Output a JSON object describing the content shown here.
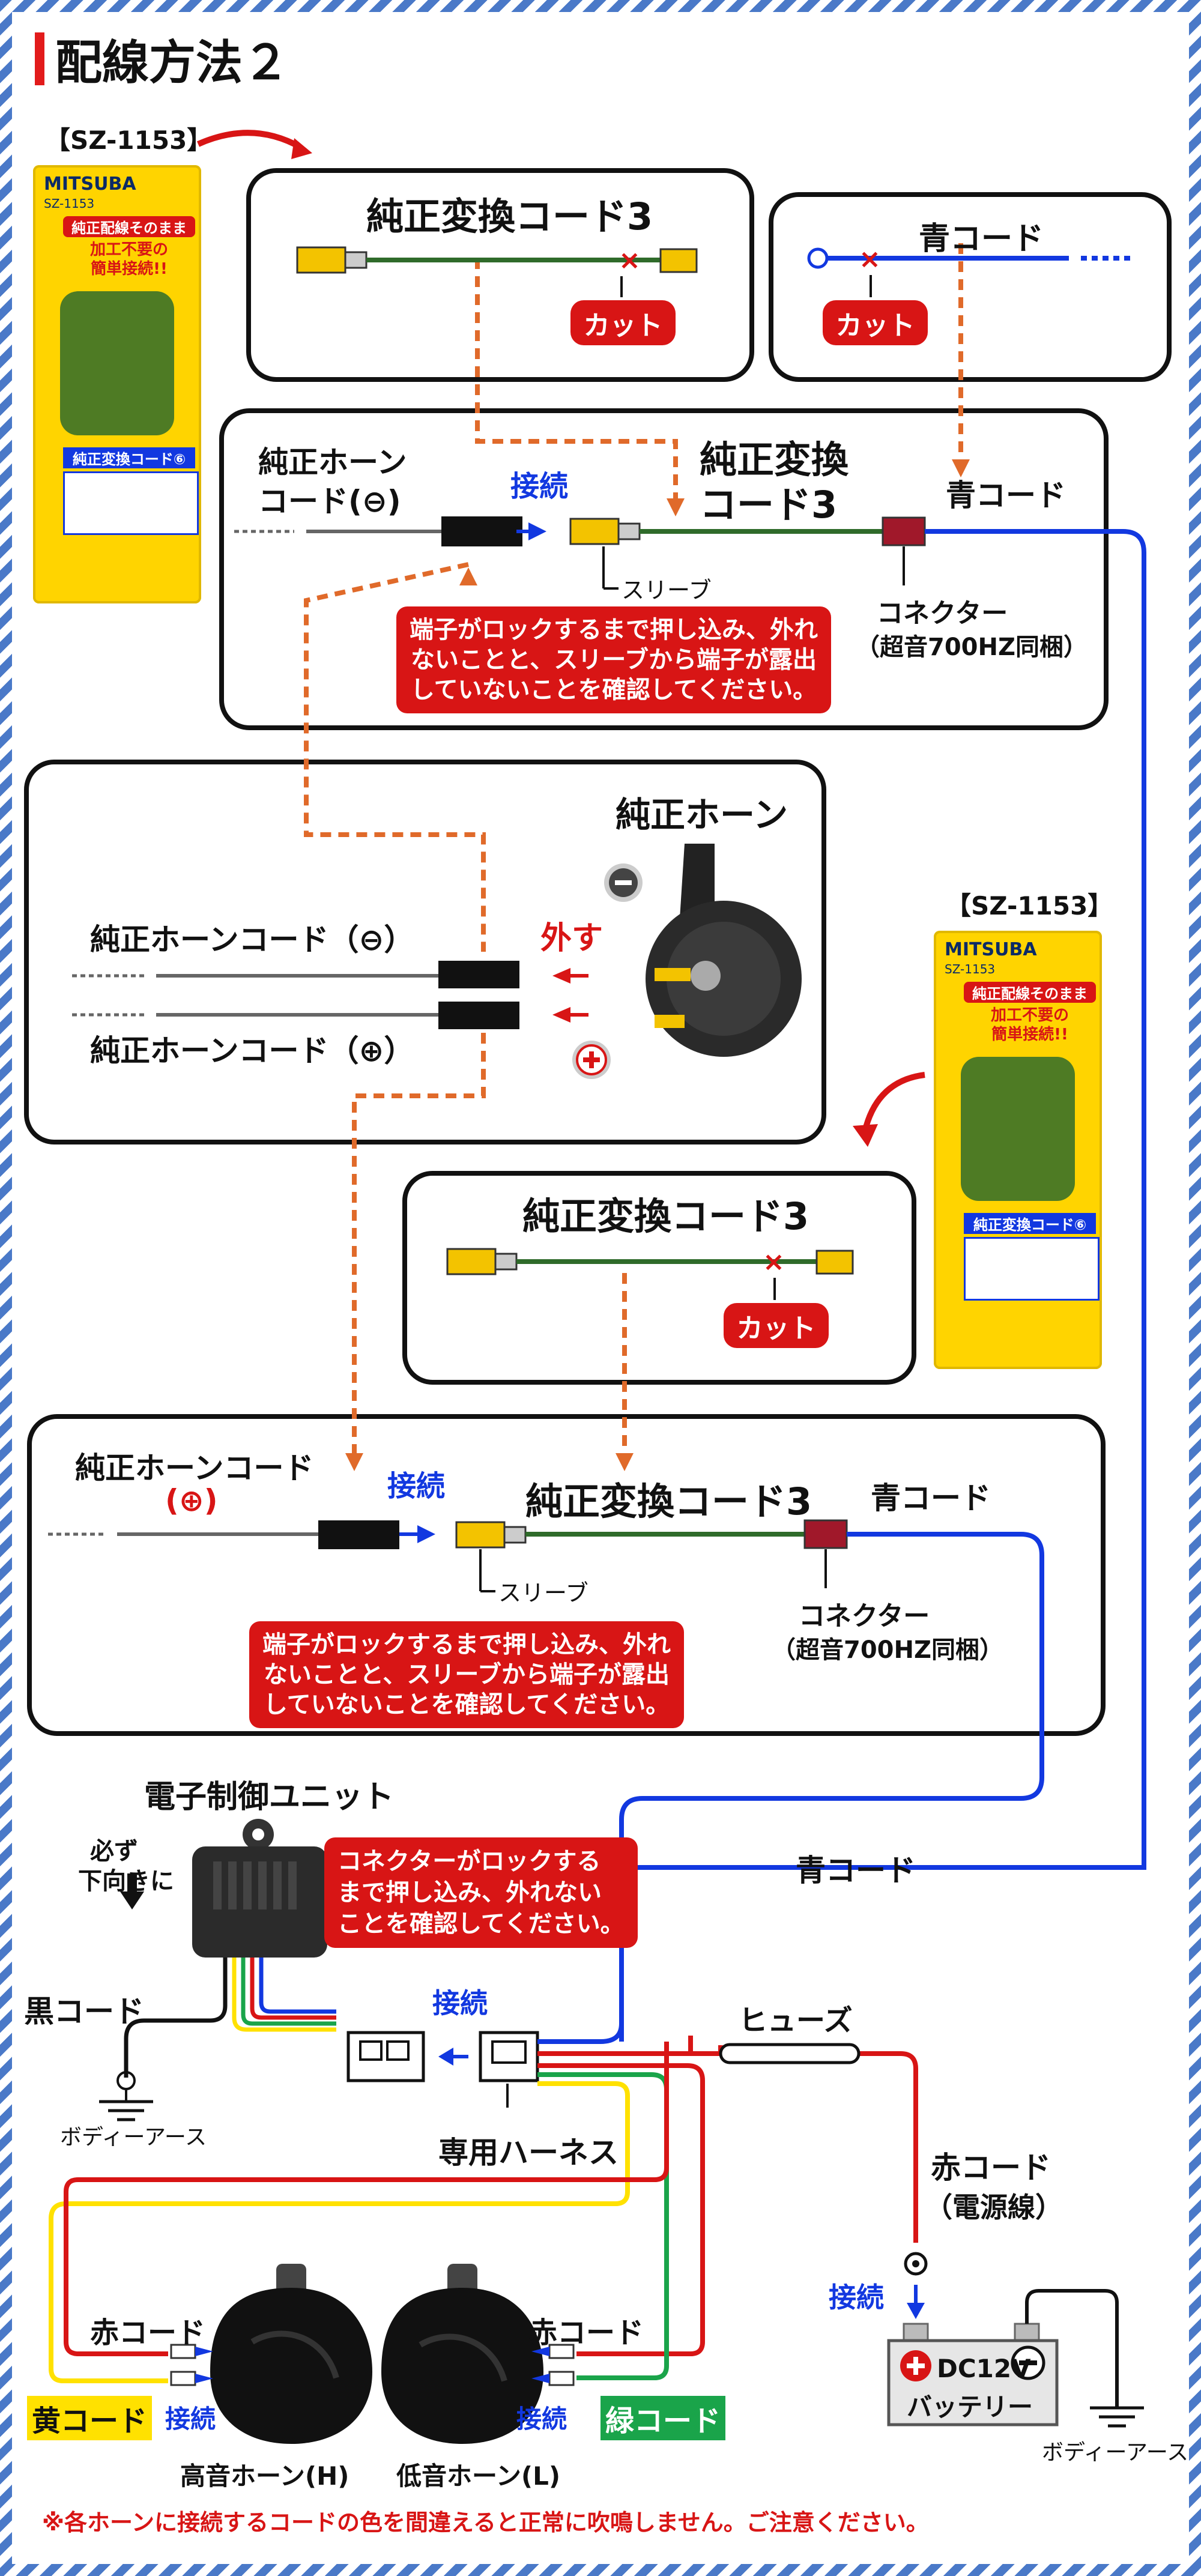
{
  "title": "配線方法２",
  "package": {
    "label": "【SZ-1153】",
    "brand": "MITSUBA",
    "model": "SZ-1153",
    "banner1": "純正配線そのまま",
    "banner2": "加工不要の",
    "banner3": "簡単接続!!",
    "card": "純正変換コード⑥"
  },
  "box1": {
    "title": "純正変換コード3",
    "cut": "カット"
  },
  "box2": {
    "title": "青コード",
    "cut": "カット"
  },
  "box3": {
    "horn_cord": "純正ホーン",
    "horn_cord2": "コード",
    "minus": "(⊖)",
    "connect": "接続",
    "conv_title1": "純正変換",
    "conv_title2": "コード3",
    "blue": "青コード",
    "sleeve": "スリーブ",
    "connector": "コネクター",
    "connector_note": "（超音700HZ同梱）",
    "callout": "端子がロックするまで押し込み、外れ\nないことと、スリーブから端子が露出\nしていないことを確認してください。"
  },
  "box4": {
    "title": "純正ホーン",
    "cord_minus": "純正ホーンコード（⊖）",
    "cord_plus": "純正ホーンコード（⊕）",
    "remove": "外す"
  },
  "box5": {
    "title": "純正変換コード3",
    "cut": "カット"
  },
  "box6": {
    "horn_cord": "純正ホーンコード",
    "plus": "(⊕)",
    "connect": "接続",
    "title": "純正変換コード3",
    "blue": "青コード",
    "sleeve": "スリーブ",
    "connector": "コネクター",
    "connector_note": "（超音700HZ同梱）",
    "callout": "端子がロックするまで押し込み、外れ\nないことと、スリーブから端子が露出\nしていないことを確認してください。"
  },
  "bottom": {
    "ecu": "電子制御ユニット",
    "must1": "必ず",
    "must2": "下向きに",
    "black": "黒コード",
    "body_earth": "ボディーアース",
    "ecu_callout": "コネクターがロックする\nまで押し込み、外れない\nことを確認してください。",
    "connect": "接続",
    "harness": "専用ハーネス",
    "blue": "青コード",
    "fuse": "ヒューズ",
    "red_power": "赤コード",
    "power_line": "（電源線）",
    "battery1": "DC12V",
    "battery2": "バッテリー",
    "body_earth2": "ボディーアース",
    "red_left": "赤コード",
    "red_right": "赤コード",
    "yellow": "黄コード",
    "green": "緑コード",
    "connect_left": "接続",
    "connect_right": "接続",
    "connect_bat": "接続",
    "horn_h": "高音ホーン(H)",
    "horn_l": "低音ホーン(L)",
    "note": "※各ホーンに接続するコードの色を間違えると正常に吹鳴しません。ご注意ください。"
  },
  "colors": {
    "red": "#d81515",
    "blue": "#1238e0",
    "orange": "#e06a2a",
    "green": "#2f6b2a",
    "yellow": "#ffe100",
    "frame": "#4a79c8"
  }
}
